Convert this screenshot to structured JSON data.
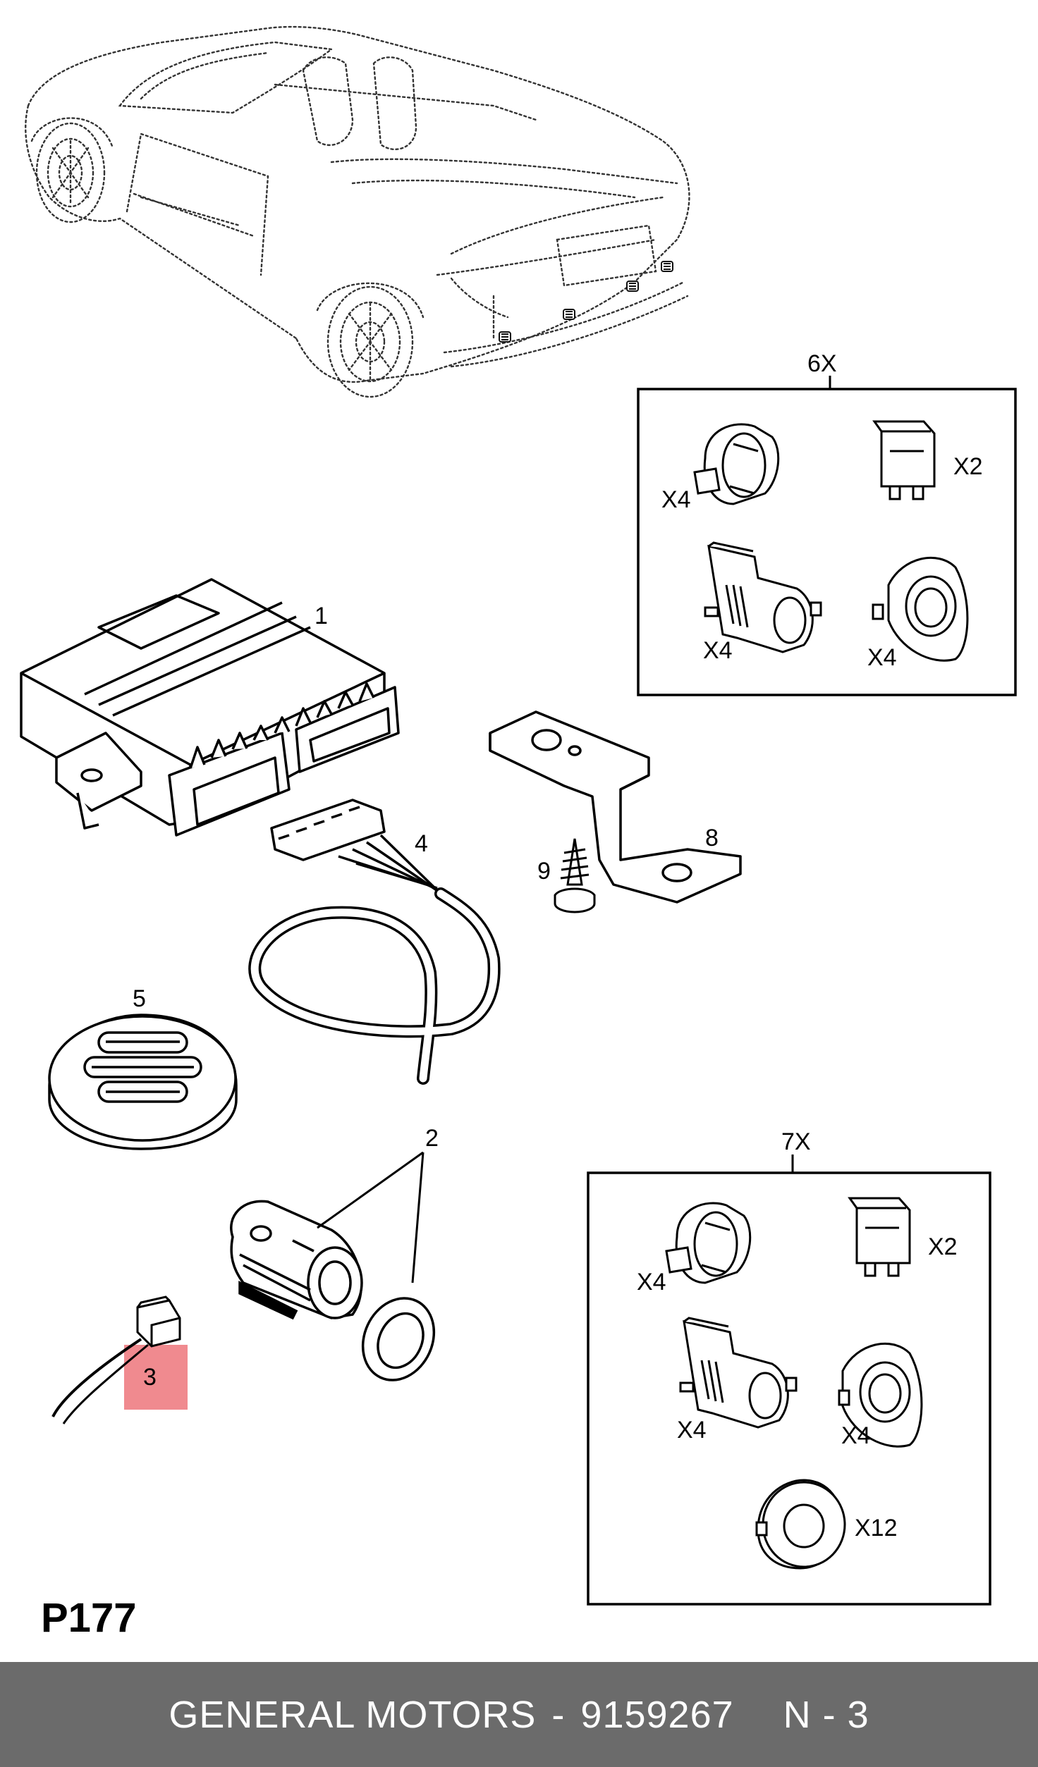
{
  "diagram_code": "P177",
  "callouts": {
    "c1": "1",
    "c2": "2",
    "c3": "3",
    "c4": "4",
    "c5": "5",
    "c8": "8",
    "c9": "9"
  },
  "kit_6x": {
    "title": "6X",
    "qty_clip": "X4",
    "qty_plug": "X2",
    "qty_holder": "X4",
    "qty_ring": "X4"
  },
  "kit_7x": {
    "title": "7X",
    "qty_clip": "X4",
    "qty_plug": "X2",
    "qty_holder": "X4",
    "qty_ring": "X4",
    "qty_washer": "X12"
  },
  "footer": {
    "brand": "GENERAL MOTORS",
    "separator": "-",
    "part_number": "9159267",
    "page": "N - 3"
  },
  "colors": {
    "highlight": "#f08a8f",
    "footer_bg": "#6b6b6b",
    "footer_text": "#ffffff"
  }
}
